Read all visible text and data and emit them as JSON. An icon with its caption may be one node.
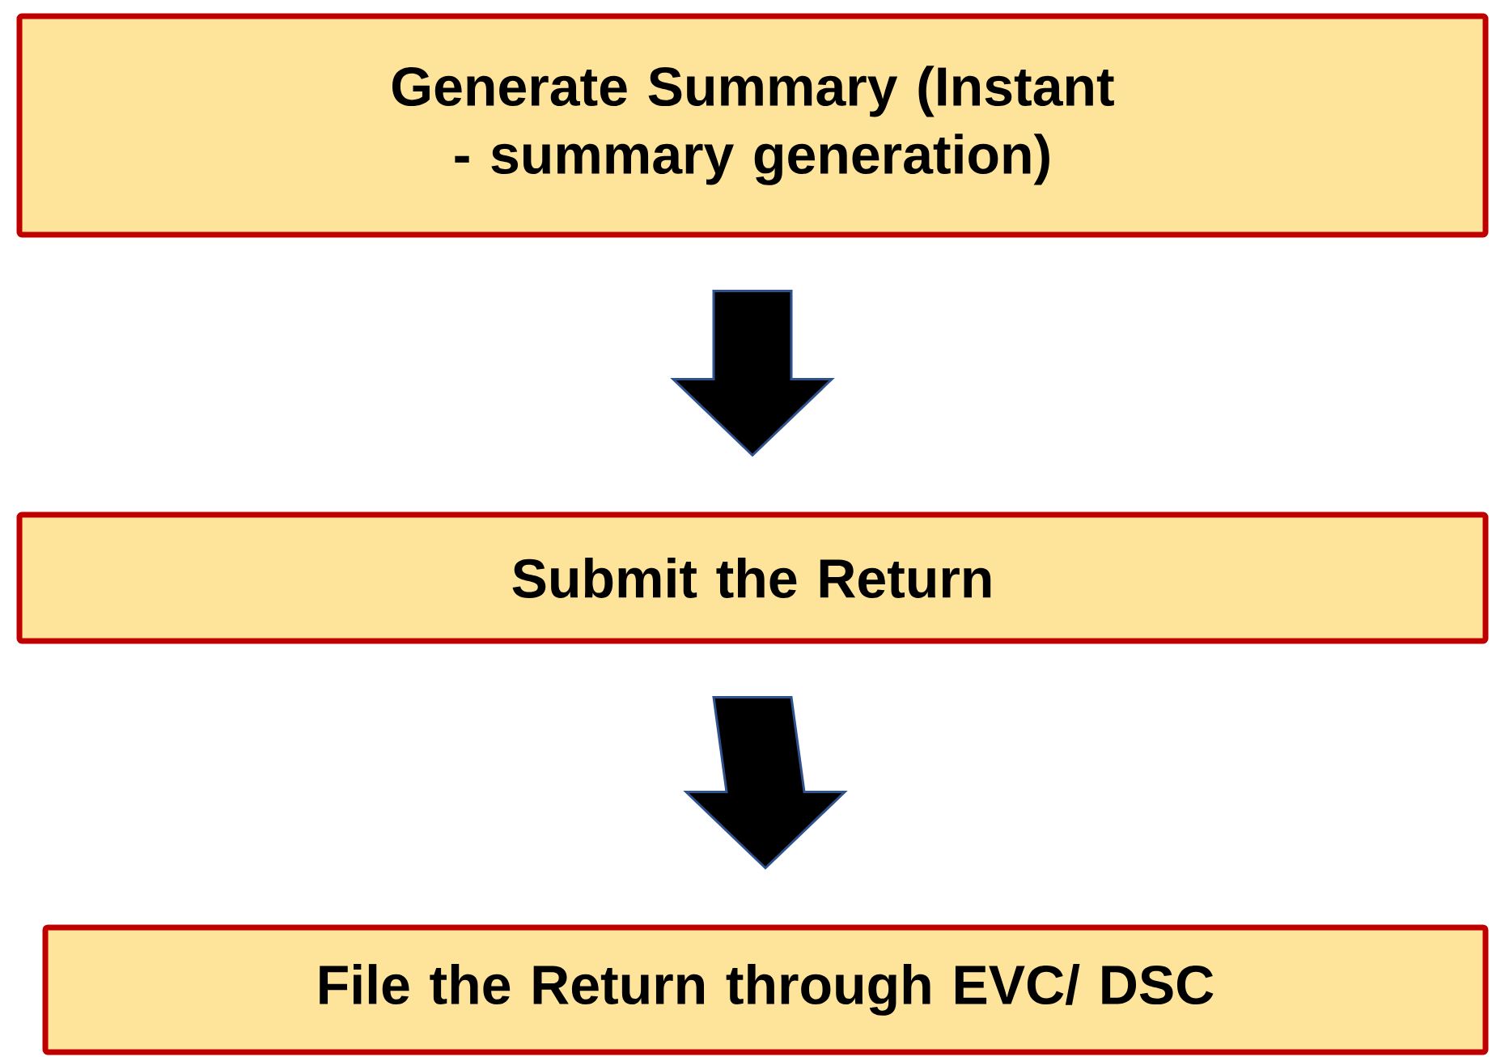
{
  "diagram": {
    "nodes": [
      {
        "text": [
          "Generate Summary (Instant - summary generation)"
        ]
      },
      {
        "text": [
          "Submit the Return"
        ]
      },
      {
        "text": [
          "File the Return through EVC/ DSC"
        ]
      }
    ],
    "edges": [
      {
        "from": 0,
        "to": 1,
        "arrow": "to"
      },
      {
        "from": 1,
        "to": 2,
        "arrow": "to"
      }
    ]
  }
}
